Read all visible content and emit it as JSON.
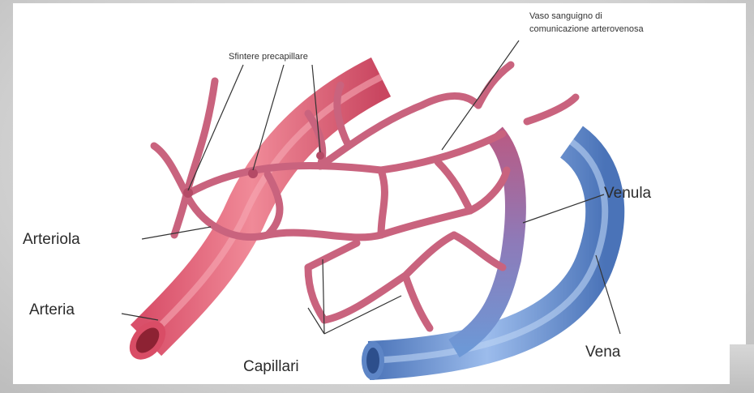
{
  "labels": {
    "vaso_line1": "Vaso sanguigno di",
    "vaso_line2": "comunicazione  arterovenosa",
    "sfintere": "Sfintere precapillare",
    "arteriola": "Arteriola",
    "arteria": "Arteria",
    "capillari": "Capillari",
    "venula": "Venula",
    "vena": "Vena"
  },
  "colors": {
    "artery": "#e86a7a",
    "artery_dark": "#c44f63",
    "capillary": "#c9637e",
    "vein": "#6d98d6",
    "vein_dark": "#4a73b8",
    "leader_line": "#333333"
  }
}
